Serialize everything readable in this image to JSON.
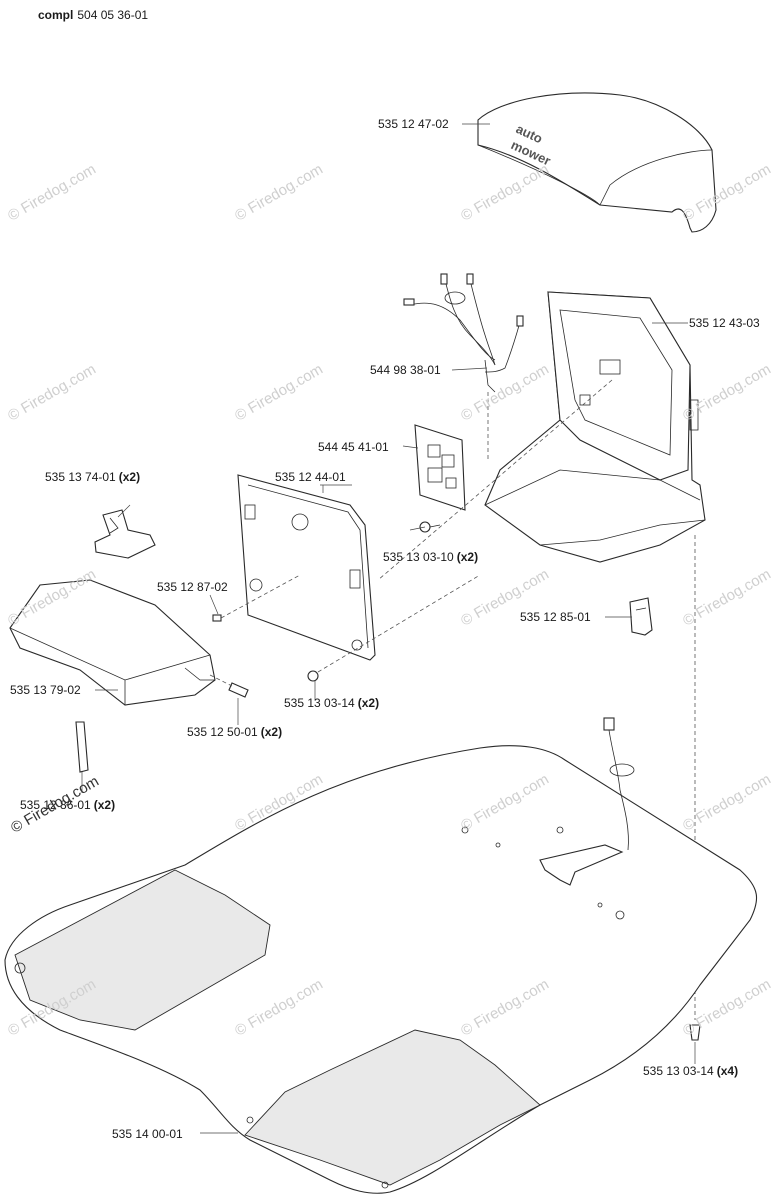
{
  "header": {
    "keyword": "compl",
    "assembly_number": "504 05 36-01"
  },
  "watermark_text": "© Firedog.com",
  "callouts": [
    {
      "id": "cover",
      "part": "535 12 47-02",
      "qty": ""
    },
    {
      "id": "frame",
      "part": "535 12 43-03",
      "qty": ""
    },
    {
      "id": "cable",
      "part": "544 98 38-01",
      "qty": ""
    },
    {
      "id": "board",
      "part": "544 45 41-01",
      "qty": ""
    },
    {
      "id": "panel",
      "part": "535 12 44-01",
      "qty": ""
    },
    {
      "id": "clip",
      "part": "535 13 74-01",
      "qty": "(x2)"
    },
    {
      "id": "screw-10",
      "part": "535 13 03-10",
      "qty": "(x2)"
    },
    {
      "id": "pin",
      "part": "535 12 87-02",
      "qty": ""
    },
    {
      "id": "plug",
      "part": "535 12 85-01",
      "qty": ""
    },
    {
      "id": "guide",
      "part": "535 13 79-02",
      "qty": ""
    },
    {
      "id": "screw-14a",
      "part": "535 13 03-14",
      "qty": "(x2)"
    },
    {
      "id": "pin-50",
      "part": "535 12 50-01",
      "qty": "(x2)"
    },
    {
      "id": "strip",
      "part": "535 12 86-01",
      "qty": "(x2)"
    },
    {
      "id": "screw-14b",
      "part": "535 13 03-14",
      "qty": "(x4)"
    },
    {
      "id": "plate",
      "part": "535 14 00-01",
      "qty": ""
    }
  ],
  "cover_logo": [
    "auto",
    "mower"
  ]
}
